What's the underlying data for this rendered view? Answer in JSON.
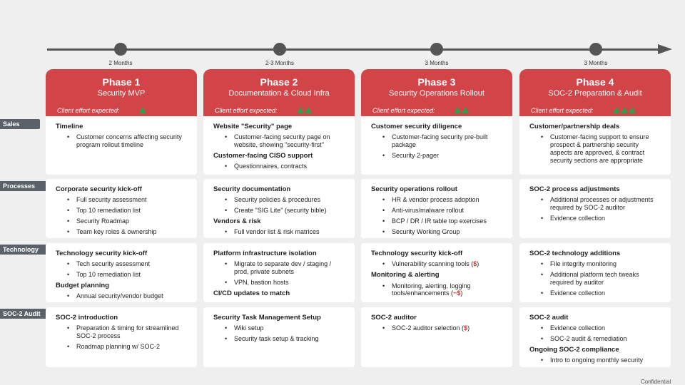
{
  "timeline": {
    "durations": [
      "2 Months",
      "2-3 Months",
      "3 Months",
      "3 Months"
    ]
  },
  "colors": {
    "header_red": "#d14549",
    "effort_green": "#2f9e4f",
    "row_tag_gray": "#5a6169",
    "cost_red": "#d03030"
  },
  "phases": [
    {
      "title": "Phase 1",
      "subtitle": "Security MVP",
      "effort_label": "Client effort expected:",
      "effort_level": 1
    },
    {
      "title": "Phase 2",
      "subtitle": "Documentation & Cloud Infra",
      "effort_label": "Client effort expected:",
      "effort_level": 2
    },
    {
      "title": "Phase 3",
      "subtitle": "Security Operations Rollout",
      "effort_label": "Client effort expected:",
      "effort_level": 2
    },
    {
      "title": "Phase 4",
      "subtitle": "SOC-2 Preparation & Audit",
      "effort_label": "Client effort expected:",
      "effort_level": 3
    }
  ],
  "rows": [
    "Sales",
    "Processes",
    "Technology",
    "SOC-2 Audit"
  ],
  "cells": {
    "sales": {
      "p1": {
        "h1": "Timeline",
        "b1": "Customer concerns affecting security program rollout timeline"
      },
      "p2": {
        "h1": "Website \"Security\" page",
        "b1": "Customer-facing security page on website, showing \"security-first\"",
        "h2": "Customer-facing CISO support",
        "b2": "Questionnaires, contracts"
      },
      "p3": {
        "h1": "Customer security diligence",
        "b1": "Customer-facing security pre-built package",
        "b2": "Security 2-pager"
      },
      "p4": {
        "h1": "Customer/partnership deals",
        "b1": "Customer-facing support to ensure prospect & partnership security aspects are approved, & contract security sections are appropriate"
      }
    },
    "processes": {
      "p1": {
        "h1": "Corporate security kick-off",
        "b1": "Full security assessment",
        "b2": "Top 10 remediation list",
        "b3": "Security Roadmap",
        "b4": "Team key roles & ownership"
      },
      "p2": {
        "h1": "Security documentation",
        "b1": "Security policies & procedures",
        "b2": "Create \"SIG Lite\" (security bible)",
        "h2": "Vendors & risk",
        "b3": "Full vendor list & risk matrices"
      },
      "p3": {
        "h1": "Security operations rollout",
        "b1": "HR & vendor process adoption",
        "b2": "Anti-virus/malware rollout",
        "b3": "BCP / DR / IR table top exercises",
        "b4": "Security Working Group"
      },
      "p4": {
        "h1": "SOC-2 process adjustments",
        "b1": "Additional processes or adjustments required by SOC-2 auditor",
        "b2": "Evidence collection"
      }
    },
    "technology": {
      "p1": {
        "h1": "Technology security kick-off",
        "b1": "Tech security assessment",
        "b2": "Top 10 remediation list",
        "h2": "Budget planning",
        "b3": "Annual security/vendor budget"
      },
      "p2": {
        "h1": "Platform infrastructure isolation",
        "b1": "Migrate to separate dev / staging / prod, private subnets",
        "b2": "VPN, bastion hosts",
        "h2": "CI/CD updates to match"
      },
      "p3": {
        "h1": "Technology security kick-off",
        "b1": "Vulnerability scanning tools (",
        "b1_cost": "$",
        "b1_end": ")",
        "h2": "Monitoring & alerting",
        "b2": "Monitoring, alerting, logging tools/enhancements (",
        "b2_cost": "~$",
        "b2_end": ")"
      },
      "p4": {
        "h1": "SOC-2 technology additions",
        "b1": "File integrity monitoring",
        "b2": "Additional platform tech tweaks required by auditor",
        "b3": "Evidence collection"
      }
    },
    "soc2": {
      "p1": {
        "h1": "SOC-2 introduction",
        "b1": "Preparation & timing for streamlined SOC-2 process",
        "b2": "Roadmap planning w/ SOC-2"
      },
      "p2": {
        "h1": "Security Task Management Setup",
        "b1": "Wiki setup",
        "b2": "Security task setup & tracking"
      },
      "p3": {
        "h1": "SOC-2 auditor",
        "b1": "SOC-2 auditor selection (",
        "b1_cost": "$",
        "b1_end": ")"
      },
      "p4": {
        "h1": "SOC-2 audit",
        "b1": "Evidence collection",
        "b2": "SOC-2 audit & remediation",
        "h2": "Ongoing SOC-2 compliance",
        "b3": "Intro to ongoing monthly security"
      }
    }
  },
  "footer": "Confidential"
}
